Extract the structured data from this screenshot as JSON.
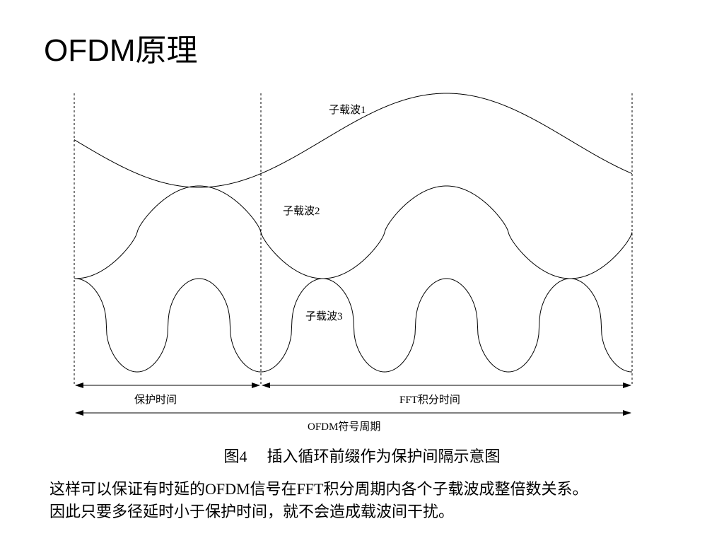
{
  "slide": {
    "title": "OFDM原理"
  },
  "diagram": {
    "subcarriers": [
      {
        "label": "子载波1",
        "cycles": 0.75
      },
      {
        "label": "子载波2",
        "cycles": 1.5
      },
      {
        "label": "子载波3",
        "cycles": 3.0
      }
    ],
    "intervals": {
      "guard_label": "保护时间",
      "fft_label": "FFT积分时间",
      "symbol_label": "OFDM符号周期"
    }
  },
  "caption": {
    "number": "图4",
    "text": "插入循环前缀作为保护间隔示意图"
  },
  "body": {
    "line1": "这样可以保证有时延的OFDM信号在FFT积分周期内各个子载波成整倍数关系。",
    "line2": "因此只要多径延时小于保护时间，就不会造成载波间干扰。"
  }
}
